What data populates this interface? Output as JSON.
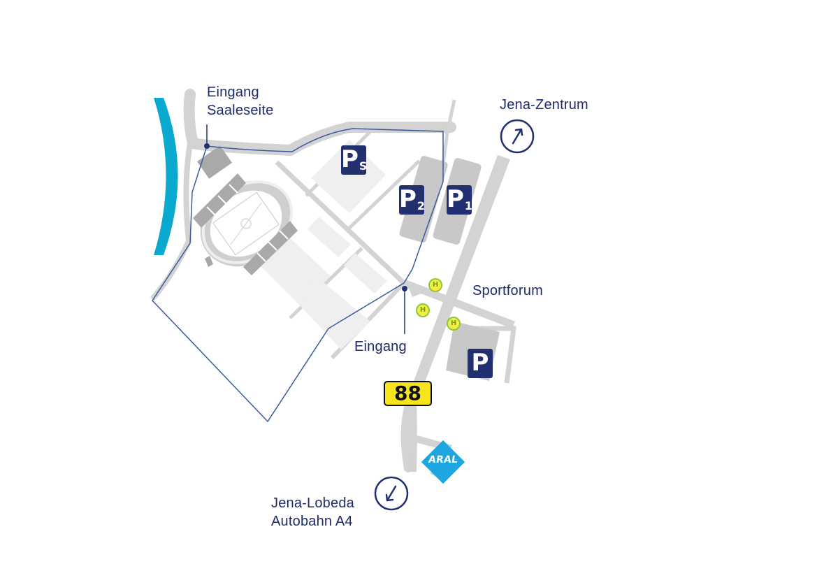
{
  "labels": {
    "entrance_saale_line1": "Eingang",
    "entrance_saale_line2": "Saaleseite",
    "jena_zentrum": "Jena-Zentrum",
    "sportforum": "Sportforum",
    "entrance_main": "Eingang",
    "jena_lobeda": "Jena-Lobeda",
    "autobahn": "Autobahn A4"
  },
  "parking": {
    "ps_letter": "P",
    "ps_sub": "S",
    "p2_letter": "P",
    "p2_sub": "2",
    "p1_letter": "P",
    "p1_sub": "1",
    "p_main": "P"
  },
  "bus_stop_glyph": "H",
  "road_number": "88",
  "fuel_station": "ARAL",
  "colors": {
    "navy": "#22306f",
    "label": "#1f2a6b",
    "river": "#0aa9cf",
    "road": "#d3d3d3",
    "area": "#efefef",
    "stand": "#a9a9a9",
    "route_sign": "#f6e51b",
    "aral": "#1ea6e0",
    "bus_stop": "#f4ee3c"
  },
  "icons": {
    "direction_north": "arrow-up-right-circle-icon",
    "direction_south": "arrow-down-left-circle-icon",
    "bus_stop": "bus-stop-icon",
    "parking": "parking-icon"
  }
}
